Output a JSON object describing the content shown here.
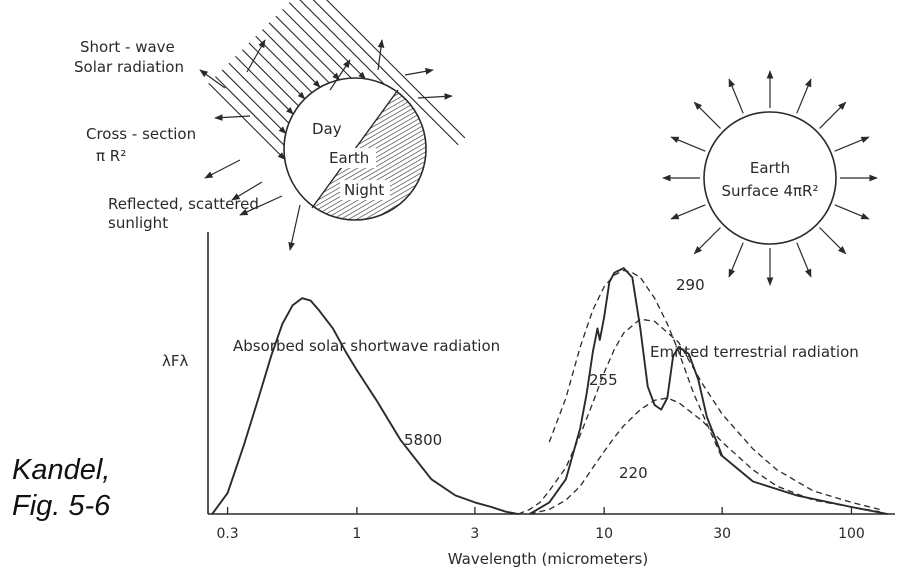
{
  "sun_diagram": {
    "label_shortwave_line1": "Short - wave",
    "label_shortwave_line2": "Solar radiation",
    "label_cross_section_line1": "Cross - section",
    "label_cross_section_line2": "π R²",
    "label_reflected_line1": "Reflected, scattered",
    "label_reflected_line2": "sunlight",
    "earth_day": "Day",
    "earth_name": "Earth",
    "earth_night": "Night"
  },
  "emission_diagram": {
    "label_line1": "Earth",
    "label_line2": "Surface 4πR²"
  },
  "chart_data": {
    "type": "line",
    "ylabel": "λFλ",
    "xlabel": "Wavelength (micrometers)",
    "x_scale": "log",
    "xlim": [
      0.25,
      150
    ],
    "x_ticks": [
      {
        "value": 0.3,
        "label": "0.3"
      },
      {
        "value": 1,
        "label": "1"
      },
      {
        "value": 3,
        "label": "3"
      },
      {
        "value": 10,
        "label": "10"
      },
      {
        "value": 30,
        "label": "30"
      },
      {
        "value": 100,
        "label": "100"
      }
    ],
    "annotations": {
      "solar_title": "Absorbed solar shortwave radiation",
      "terrestrial_title": "Emitted terrestrial radiation",
      "label_5800": "5800",
      "label_290": "290",
      "label_255": "255",
      "label_220": "220"
    },
    "series": [
      {
        "id": "solar",
        "style": "solid",
        "x": [
          0.26,
          0.3,
          0.35,
          0.4,
          0.45,
          0.5,
          0.55,
          0.6,
          0.65,
          0.7,
          0.8,
          0.9,
          1.0,
          1.2,
          1.5,
          2.0,
          2.5,
          3.0,
          3.5,
          4.0,
          4.5
        ],
        "y": [
          0.0,
          0.09,
          0.3,
          0.5,
          0.68,
          0.82,
          0.9,
          0.93,
          0.92,
          0.88,
          0.8,
          0.7,
          0.62,
          0.49,
          0.32,
          0.15,
          0.08,
          0.05,
          0.03,
          0.01,
          0.0
        ]
      },
      {
        "id": "bb_290",
        "style": "dashed",
        "x": [
          6.0,
          7.0,
          8.0,
          9.0,
          10.0,
          11.0,
          12.0,
          13.0,
          14.0,
          16.0,
          18.0,
          20.0,
          23.0,
          26.0,
          30.0
        ],
        "y": [
          0.31,
          0.5,
          0.72,
          0.88,
          0.98,
          1.03,
          1.05,
          1.04,
          1.02,
          0.93,
          0.82,
          0.7,
          0.52,
          0.39,
          0.24
        ]
      },
      {
        "id": "bb_255",
        "style": "dashed",
        "x": [
          4.5,
          5.0,
          5.5,
          6.0,
          7.0,
          8.0,
          9.0,
          10.0,
          11.0,
          12.0,
          14.0,
          16.0,
          20.0,
          25.0,
          30.0,
          40.0,
          50.0,
          70.0,
          100.0,
          130.0
        ],
        "y": [
          0.0,
          0.02,
          0.05,
          0.1,
          0.2,
          0.34,
          0.48,
          0.61,
          0.71,
          0.78,
          0.84,
          0.83,
          0.74,
          0.56,
          0.43,
          0.28,
          0.19,
          0.1,
          0.05,
          0.02
        ]
      },
      {
        "id": "bb_220",
        "style": "dashed",
        "x": [
          5.0,
          6.0,
          7.0,
          8.0,
          9.0,
          10.0,
          11.0,
          12.0,
          14.0,
          16.0,
          18.0,
          20.0,
          25.0,
          30.0,
          40.0,
          50.0,
          70.0,
          100.0,
          130.0
        ],
        "y": [
          0.0,
          0.02,
          0.06,
          0.12,
          0.2,
          0.27,
          0.33,
          0.38,
          0.45,
          0.49,
          0.5,
          0.48,
          0.4,
          0.31,
          0.19,
          0.12,
          0.06,
          0.03,
          0.01
        ]
      },
      {
        "id": "observed",
        "style": "solid",
        "x": [
          5.0,
          6.0,
          7.0,
          8.0,
          8.5,
          9.0,
          9.4,
          9.6,
          10.0,
          10.5,
          11.0,
          12.0,
          13.0,
          14.0,
          15.0,
          16.0,
          17.0,
          18.0,
          19.0,
          20.0,
          22.0,
          24.0,
          26.0,
          30.0,
          40.0,
          60.0,
          100.0,
          140.0
        ],
        "y": [
          0.0,
          0.05,
          0.15,
          0.37,
          0.52,
          0.7,
          0.8,
          0.75,
          0.85,
          1.0,
          1.04,
          1.06,
          1.02,
          0.8,
          0.55,
          0.47,
          0.45,
          0.5,
          0.68,
          0.72,
          0.69,
          0.58,
          0.42,
          0.25,
          0.14,
          0.08,
          0.03,
          0.0
        ]
      }
    ]
  },
  "credit": {
    "line1": "Kandel,",
    "line2": "Fig. 5-6"
  }
}
